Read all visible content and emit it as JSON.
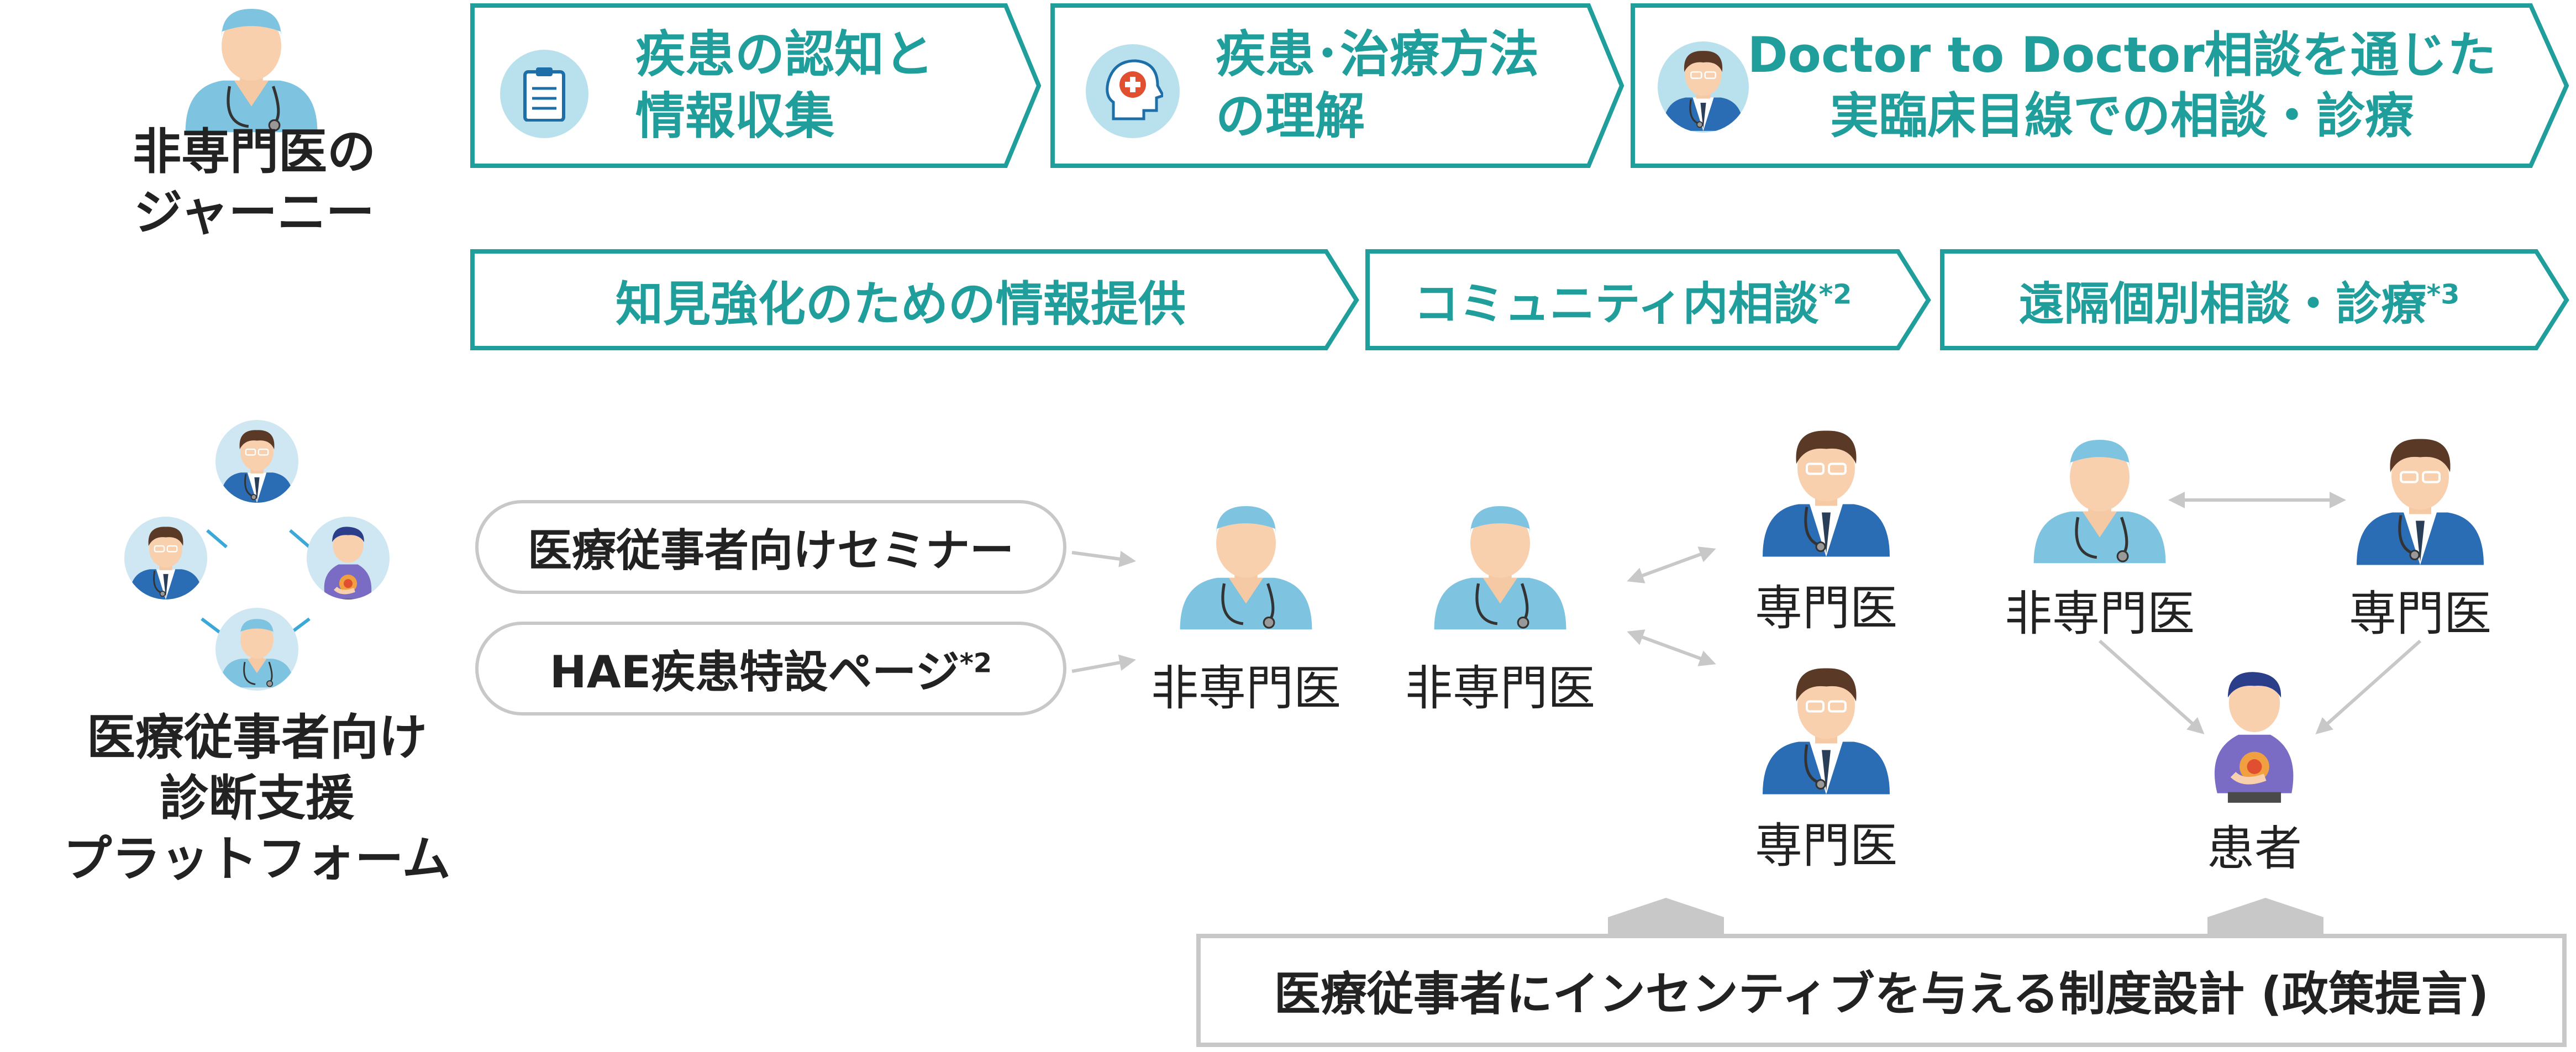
{
  "journey": {
    "label_line1": "非専門医の",
    "label_line2": "ジャーニー",
    "steps": [
      {
        "line1": "疾患の認知と",
        "line2": "情報収集",
        "icon": "clipboard-icon"
      },
      {
        "line1": "疾患･治療方法",
        "line2": "の理解",
        "icon": "head-medical-icon"
      },
      {
        "line1": "Doctor to Doctor相談を通じた",
        "line2": "実臨床目線での相談・診療",
        "icon": "doctor-avatar-icon"
      }
    ]
  },
  "platform": {
    "label_line1": "医療従事者向け",
    "label_line2": "診断支援",
    "label_line3": "プラットフォーム",
    "steps": [
      {
        "text": "知見強化のための情報提供",
        "note": ""
      },
      {
        "text": "コミュニティ内相談",
        "note": "*2"
      },
      {
        "text": "遠隔個別相談・診療",
        "note": "*3"
      }
    ]
  },
  "info": {
    "seminar": "医療従事者向けセミナー",
    "page": "HAE疾患特設ページ",
    "page_note": "*2"
  },
  "roles": {
    "non_specialist": "非専門医",
    "specialist": "専門医",
    "patient": "患者"
  },
  "policy": "医療従事者にインセンティブを与える制度設計 (政策提言)",
  "colors": {
    "teal": "#1f9e9b",
    "gray": "#c8c8c8",
    "scrub": "#7ec4e0",
    "coat": "#2a6db5"
  }
}
